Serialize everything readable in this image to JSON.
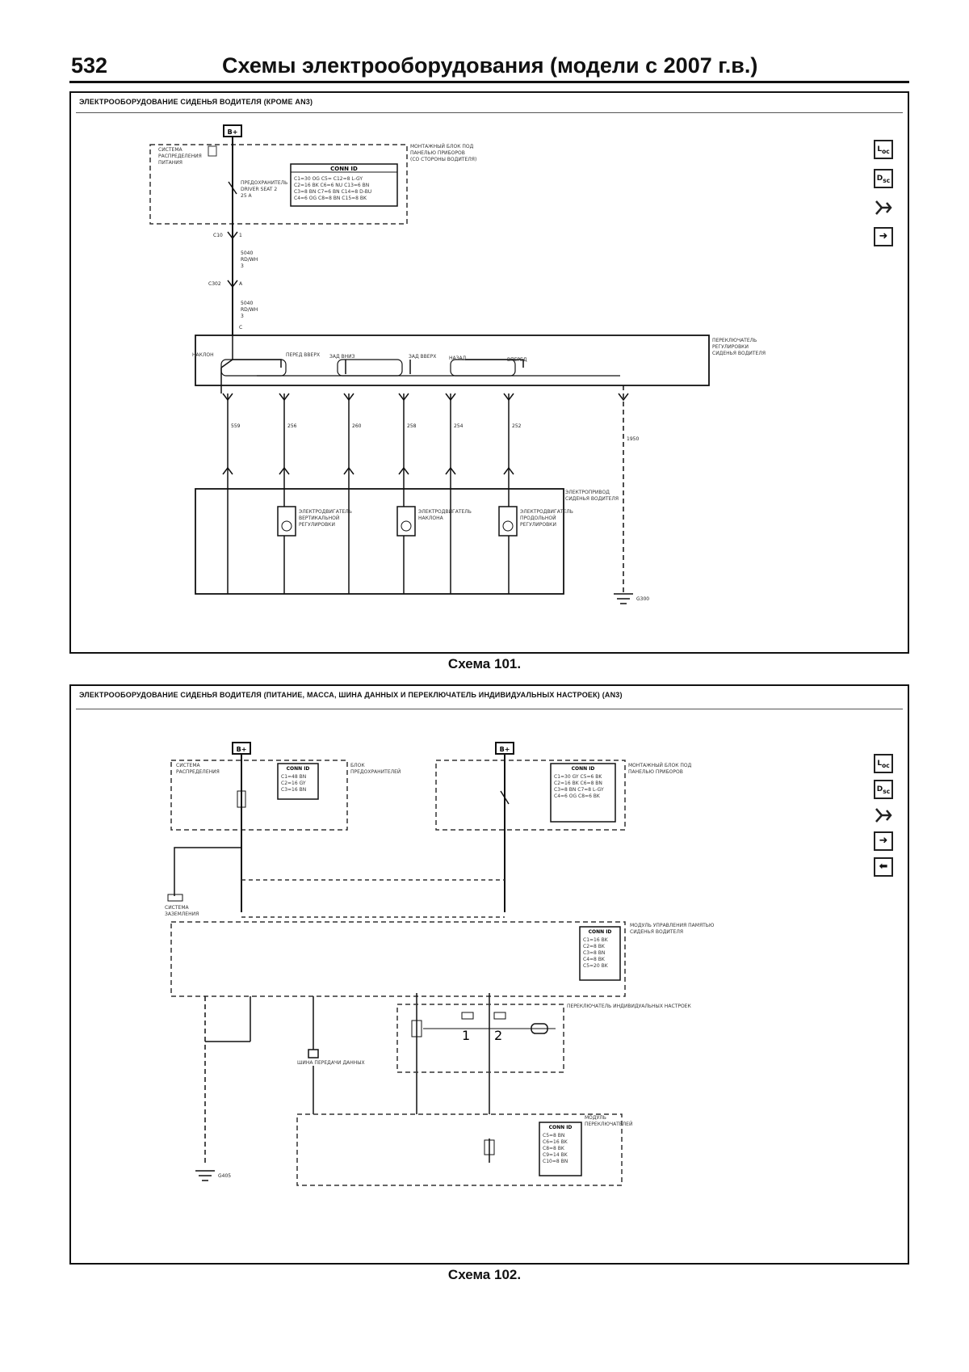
{
  "header": {
    "page_number": "532",
    "title": "Схемы электрооборудования (модели с 2007 г.в.)"
  },
  "diagram_101": {
    "title": "ЭЛЕКТРООБОРУДОВАНИЕ СИДЕНЬЯ ВОДИТЕЛЯ (КРОМЕ AN3)",
    "caption": "Схема 101.",
    "power_label": "B+",
    "forward_label": "ВПЕРЕД",
    "ground_label": "G300",
    "wire_numbers": [
      "5040",
      "5040",
      "559",
      "256",
      "260",
      "258",
      "254",
      "252",
      "1950"
    ],
    "connector_table_title": "CONN ID",
    "icons": [
      "loc-icon",
      "desc-icon",
      "wiring-icon",
      "arrow-right-icon"
    ]
  },
  "diagram_102": {
    "title": "ЭЛЕКТРООБОРУДОВАНИЕ СИДЕНЬЯ ВОДИТЕЛЯ (ПИТАНИЕ, МАССА, ШИНА ДАННЫХ И ПЕРЕКЛЮЧАТЕЛЬ ИНДИВИДУАЛЬНЫХ НАСТРОЕК) (AN3)",
    "caption": "Схема 102.",
    "power_labels": [
      "B+",
      "B+"
    ],
    "connector_table_title": "CONN ID",
    "data_bus_label": "ШИНА ПЕРЕДАЧИ ДАННЫХ",
    "ground_label": "G405",
    "switch_positions": [
      "1",
      "2"
    ],
    "icons": [
      "loc-icon",
      "desc-icon",
      "wiring-icon",
      "arrow-right-icon",
      "arrow-left-icon"
    ]
  }
}
